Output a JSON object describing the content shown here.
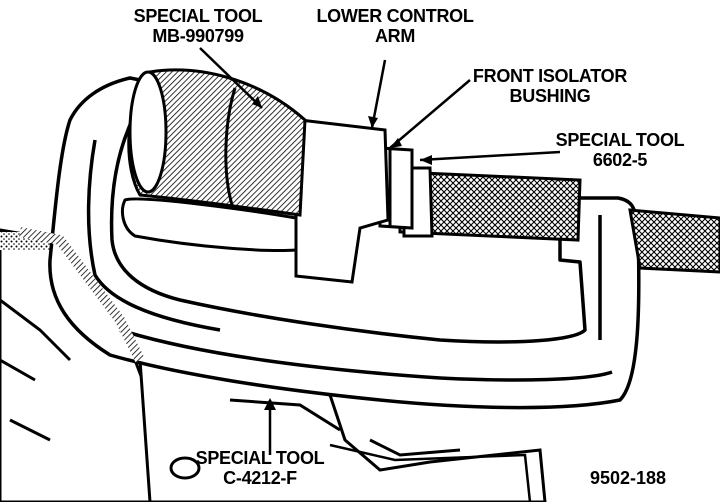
{
  "labels": {
    "special_tool_mb": [
      "SPECIAL TOOL",
      "MB-990799"
    ],
    "lower_control_arm": [
      "LOWER CONTROL",
      "ARM"
    ],
    "front_isolator_bushing": [
      "FRONT ISOLATOR",
      "BUSHING"
    ],
    "special_tool_6602": [
      "SPECIAL TOOL",
      "6602-5"
    ],
    "special_tool_c4212": [
      "SPECIAL TOOL",
      "C-4212-F"
    ]
  },
  "figure_number": "9502-188"
}
